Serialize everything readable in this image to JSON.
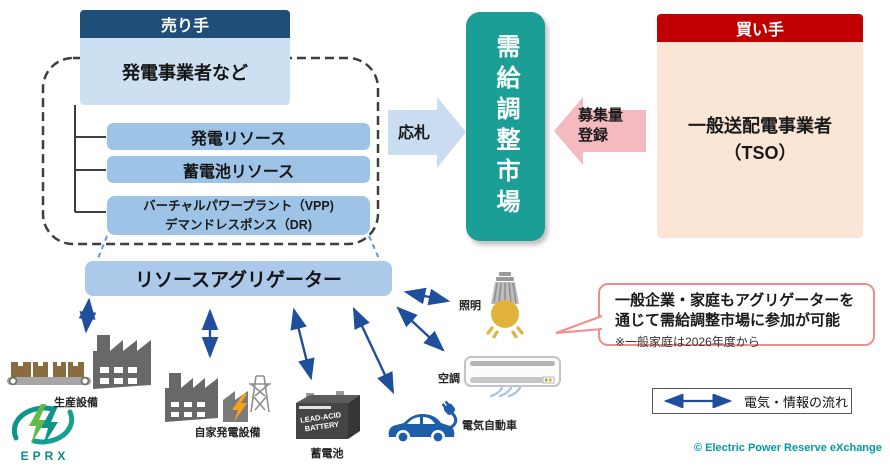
{
  "seller": {
    "header": "売り手",
    "entity": "発電事業者など",
    "resource1": "発電リソース",
    "resource2": "蓄電池リソース",
    "vpp_line1": "バーチャルパワープラント（VPP)",
    "vpp_line2": "デマンドレスポンス（DR)"
  },
  "market": {
    "title": "需給調整市場"
  },
  "flows": {
    "bid": "応札",
    "register_line1": "募集量",
    "register_line2": "登録"
  },
  "buyer": {
    "header": "買い手",
    "entity_line1": "一般送配電事業者",
    "entity_line2": "（TSO）"
  },
  "aggregator": {
    "label": "リソースアグリゲーター"
  },
  "devices": {
    "production": "生産設備",
    "self_generation": "自家発電設備",
    "battery": "蓄電池",
    "battery_text_line1": "LEAD-ACID",
    "battery_text_line2": "BATTERY",
    "ev": "電気自動車",
    "ac": "空調",
    "lighting": "照明"
  },
  "note": {
    "line1": "一般企業・家庭もアグリゲーターを",
    "line2": "通じて需給調整市場に参加が可能",
    "line3": "※一般家庭は2026年度から"
  },
  "legend": {
    "label": "電気・情報の流れ"
  },
  "footer": {
    "copyright": "© Electric Power Reserve eXchange",
    "logo_text": "EPRX"
  },
  "colors": {
    "seller_header": "#1F4E79",
    "buyer_header": "#C00000",
    "market_box": "#1B9E96",
    "resource_box": "#9DC3E6",
    "entity_box": "#CDE0F2",
    "aggregator_box": "#ACC9EA",
    "tso_box": "#FBE5D6",
    "bid_arrow": "#C9DCF0",
    "register_arrow": "#F5B9C0",
    "flow_arrow": "#1F4E9C",
    "bubble_border": "#EF8E8D",
    "copyright": "#009E9B"
  }
}
